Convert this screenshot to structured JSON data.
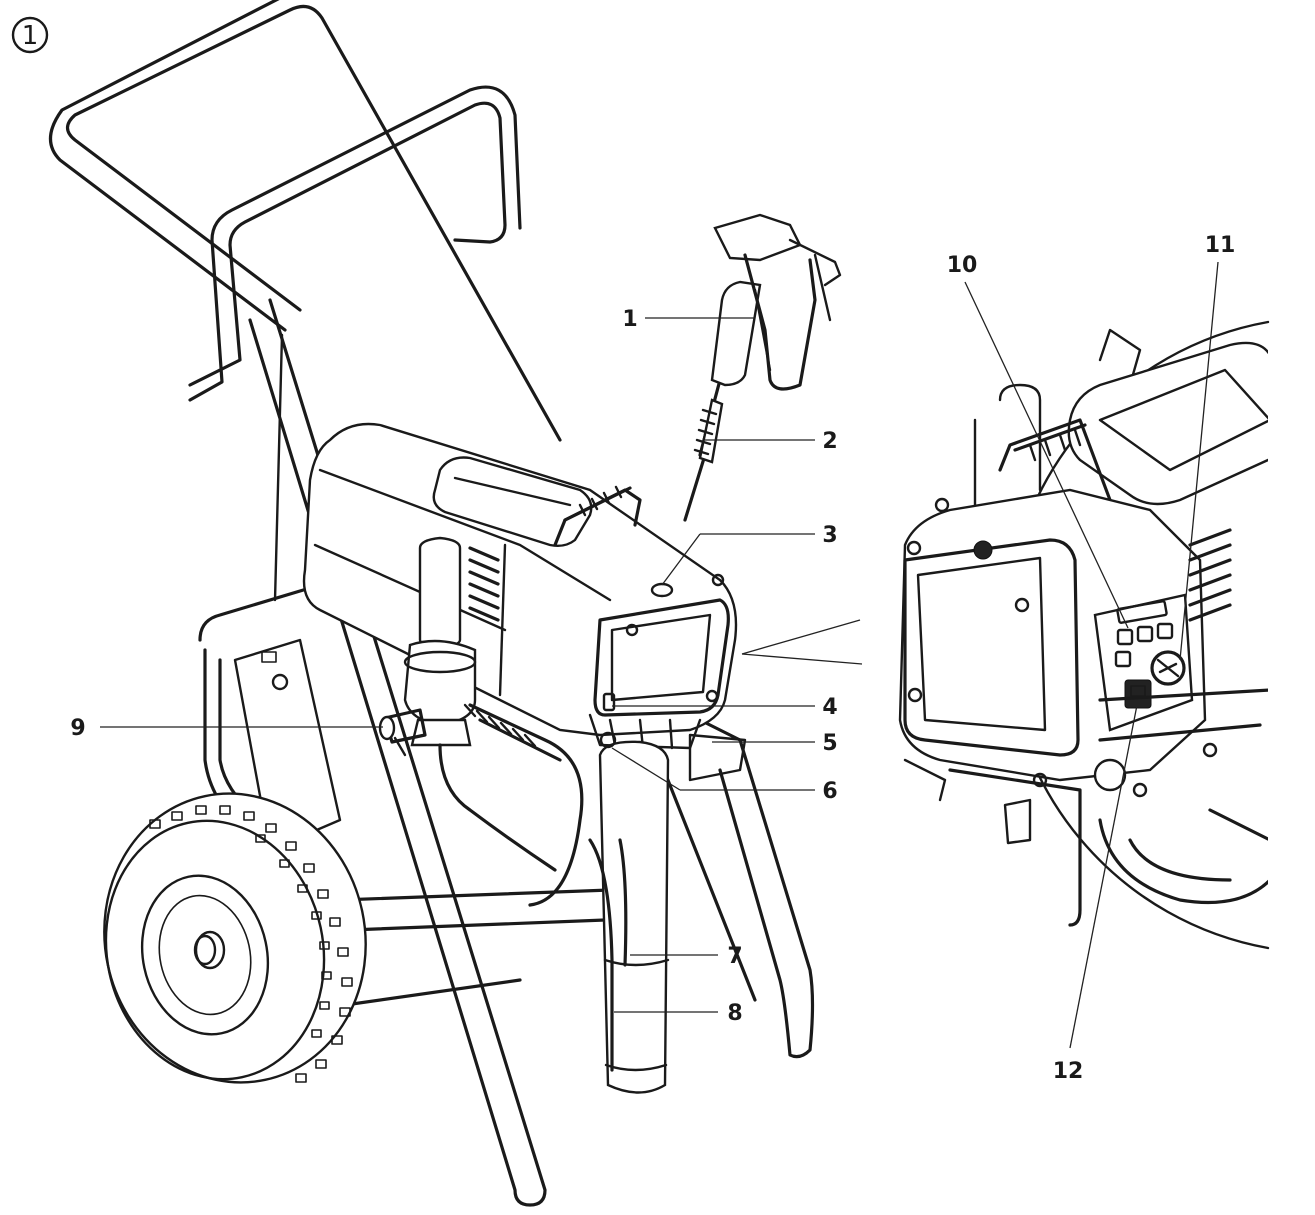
{
  "figure": {
    "number": "1"
  },
  "callouts": [
    {
      "id": "1",
      "label": "1"
    },
    {
      "id": "2",
      "label": "2"
    },
    {
      "id": "3",
      "label": "3"
    },
    {
      "id": "4",
      "label": "4"
    },
    {
      "id": "5",
      "label": "5"
    },
    {
      "id": "6",
      "label": "6"
    },
    {
      "id": "7",
      "label": "7"
    },
    {
      "id": "8",
      "label": "8"
    },
    {
      "id": "9",
      "label": "9"
    },
    {
      "id": "10",
      "label": "10"
    },
    {
      "id": "11",
      "label": "11"
    },
    {
      "id": "12",
      "label": "12"
    }
  ],
  "colors": {
    "line": "#1a1a1a",
    "background": "#ffffff"
  }
}
